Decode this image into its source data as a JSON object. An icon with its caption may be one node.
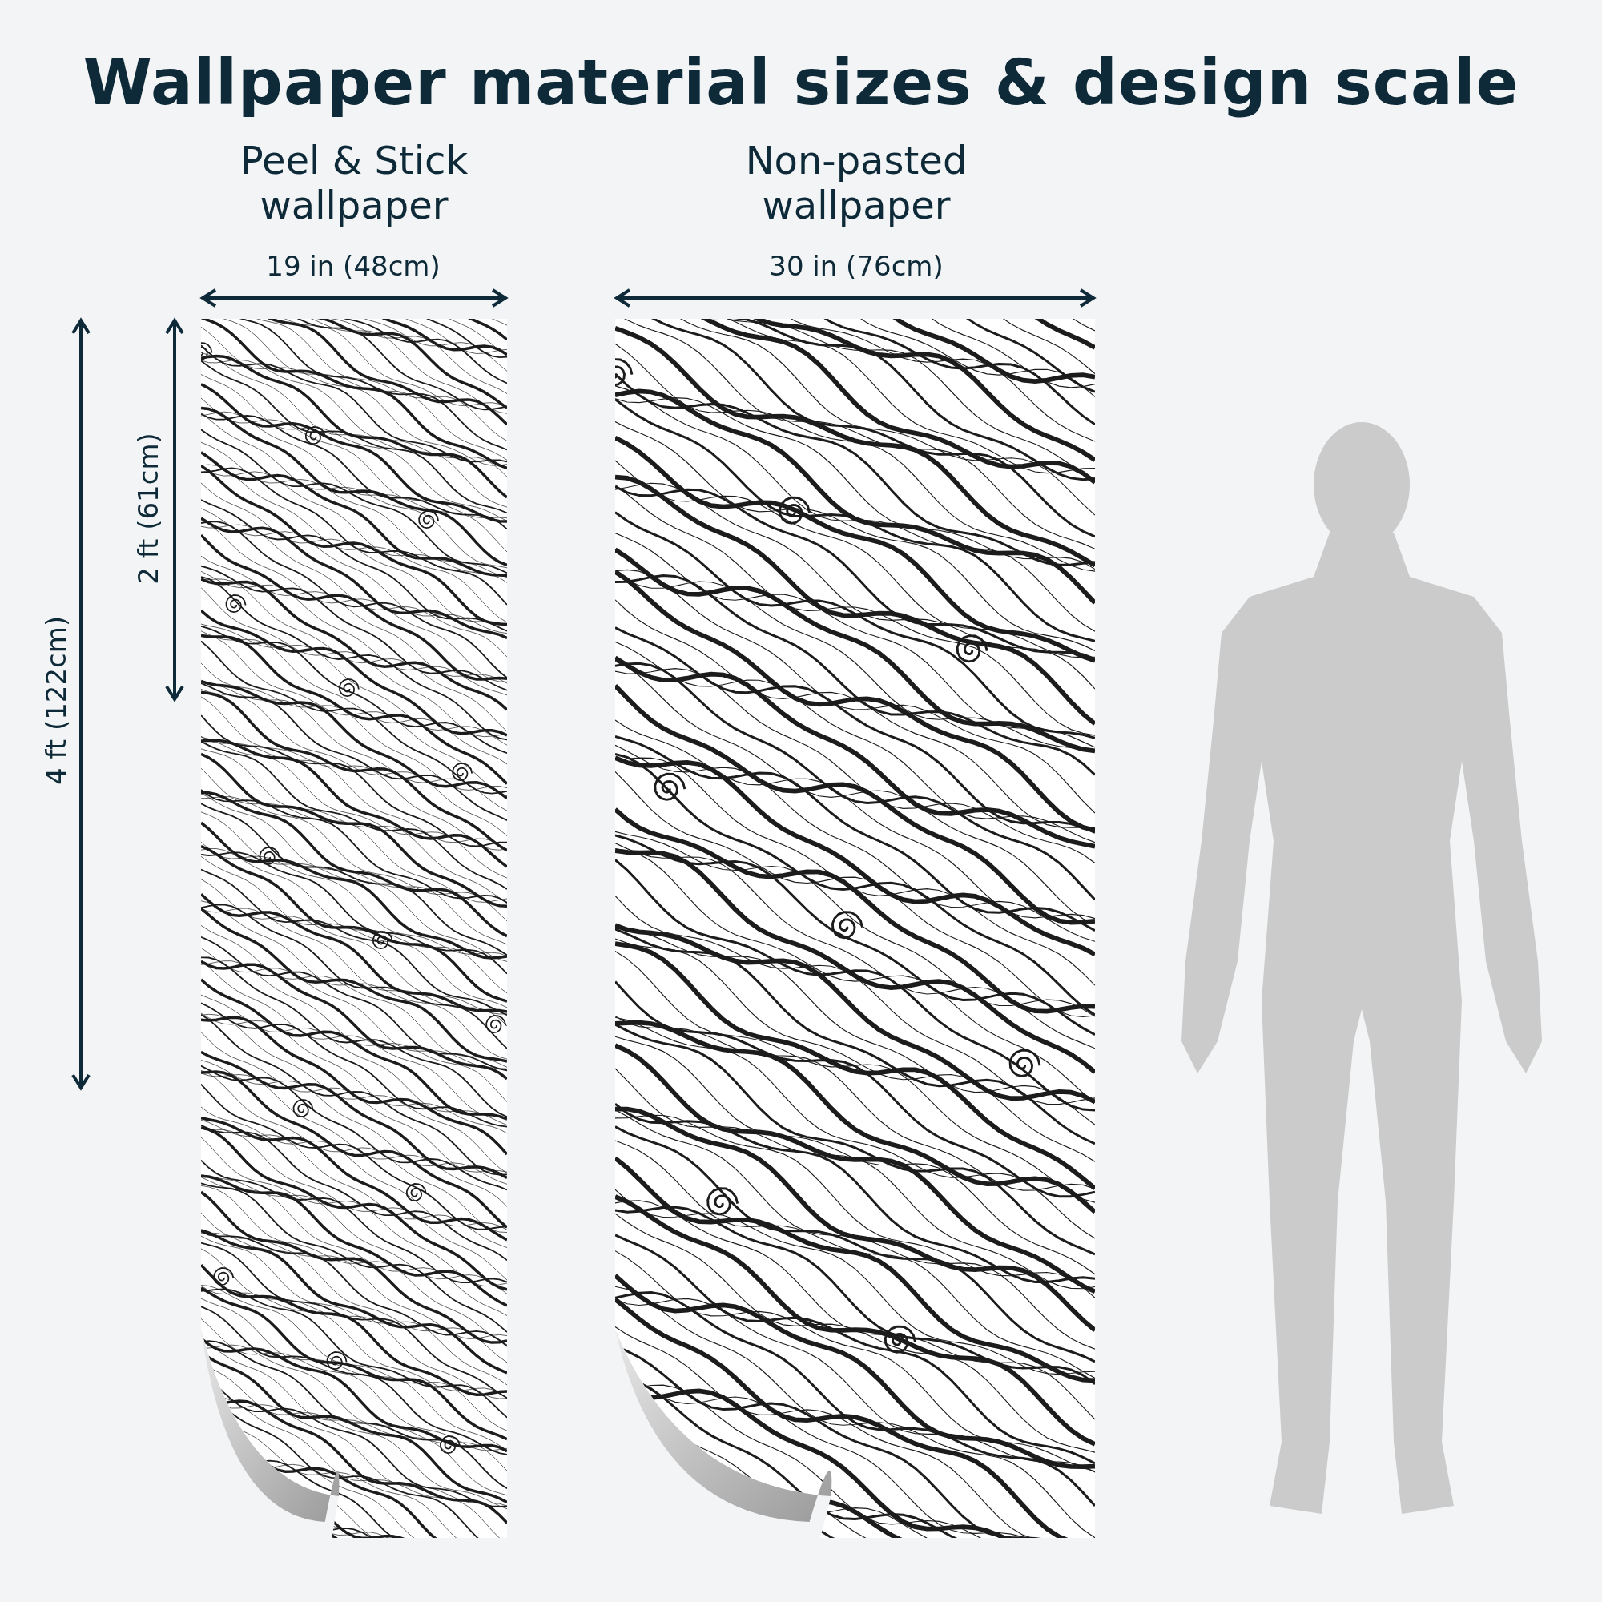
{
  "diagram": {
    "title": "Wallpaper material sizes & design scale",
    "labels": [
      "Peel & Stick wallpaper",
      "Non-pasted wallpaper",
      "19 in (48cm)",
      "30 in (76cm)",
      "2 ft (61cm)",
      "4 ft (122cm)"
    ]
  }
}
